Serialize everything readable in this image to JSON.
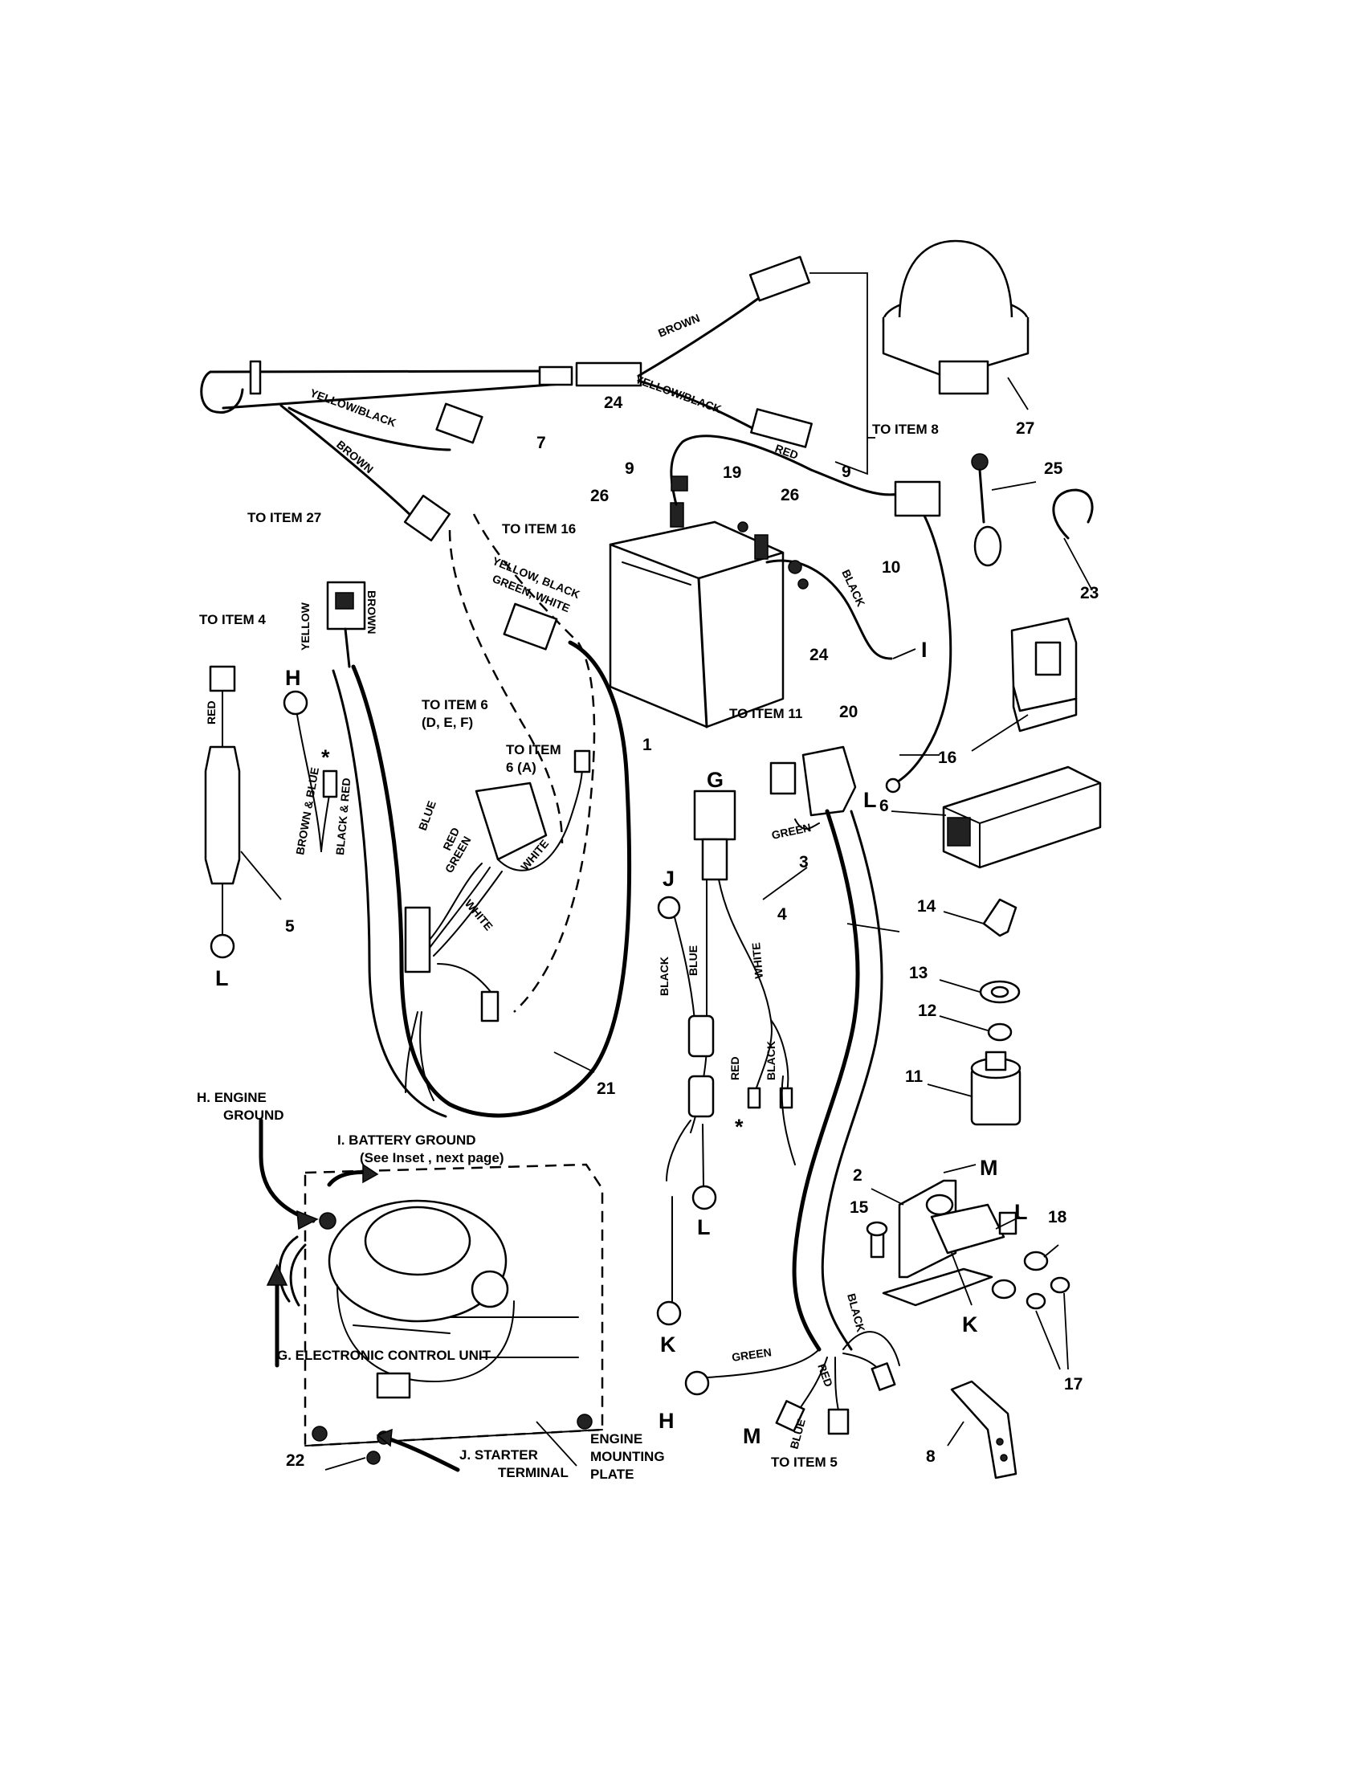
{
  "callouts": {
    "n1": "1",
    "n2": "2",
    "n3": "3",
    "n4": "4",
    "n5": "5",
    "n6": "6",
    "n7": "7",
    "n8": "8",
    "n9a": "9",
    "n9b": "9",
    "n10": "10",
    "n11": "11",
    "n12": "12",
    "n13": "13",
    "n14": "14",
    "n15": "15",
    "n16": "16",
    "n17": "17",
    "n18": "18",
    "n19": "19",
    "n20": "20",
    "n21": "21",
    "n22": "22",
    "n23": "23",
    "n24a": "24",
    "n24b": "24",
    "n25": "25",
    "n26a": "26",
    "n26b": "26",
    "n27": "27"
  },
  "letters": {
    "G_top": "G",
    "H_left": "H",
    "L_left": "L",
    "L_battery": "L",
    "I_battery": "I",
    "J": "J",
    "L_mid": "L",
    "K_bottom": "K",
    "H_bottom": "H",
    "M_bottom": "M",
    "M_switch": "M",
    "L_switch": "L",
    "K_switch": "K",
    "star_left": "*",
    "star_mid": "*"
  },
  "references": {
    "to_item_8": "TO ITEM 8",
    "to_item_27": "TO ITEM 27",
    "to_item_16": "TO ITEM 16",
    "to_item_4": "TO ITEM 4",
    "to_item_6_def_l1": "TO ITEM 6",
    "to_item_6_def_l2": "(D, E, F)",
    "to_item_6_a_l1": "TO ITEM",
    "to_item_6_a_l2": "6 (A)",
    "to_item_11": "TO ITEM 11",
    "to_item_5": "TO ITEM 5"
  },
  "wire_labels": {
    "brown_top": "BROWN",
    "yellow_black_top": "YELLOW/BLACK",
    "red_9": "RED",
    "yellow_black_7": "YELLOW/BLACK",
    "brown_7": "BROWN",
    "yellow_conn": "YELLOW",
    "brown_conn": "BROWN",
    "harness_16_l1": "YELLOW, BLACK",
    "harness_16_l2": "GREEN, WHITE",
    "black_20": "BLACK",
    "red_5": "RED",
    "brown_blue": "BROWN & BLUE",
    "black_red": "BLACK & RED",
    "blue_21": "BLUE",
    "red_21": "RED",
    "green_21": "GREEN",
    "white_21a": "WHITE",
    "white_21b": "WHITE",
    "green_4_top": "GREEN",
    "black_j": "BLACK",
    "blue_j": "BLUE",
    "white_3": "WHITE",
    "red_3": "RED",
    "black_3": "BLACK",
    "black_4": "BLACK",
    "green_4_bottom": "GREEN",
    "blue_4": "BLUE",
    "red_4": "RED"
  },
  "engine": {
    "engine_ground_l1": "H. ENGINE",
    "engine_ground_l2": "GROUND",
    "battery_ground_l1": "I.   BATTERY GROUND",
    "battery_ground_l2": "(See Inset , next page)",
    "ecu": "G. ELECTRONIC CONTROL UNIT",
    "starter_l1": "J.   STARTER",
    "starter_l2": "TERMINAL",
    "mount_l1": "ENGINE",
    "mount_l2": "MOUNTING",
    "mount_l3": "PLATE"
  }
}
